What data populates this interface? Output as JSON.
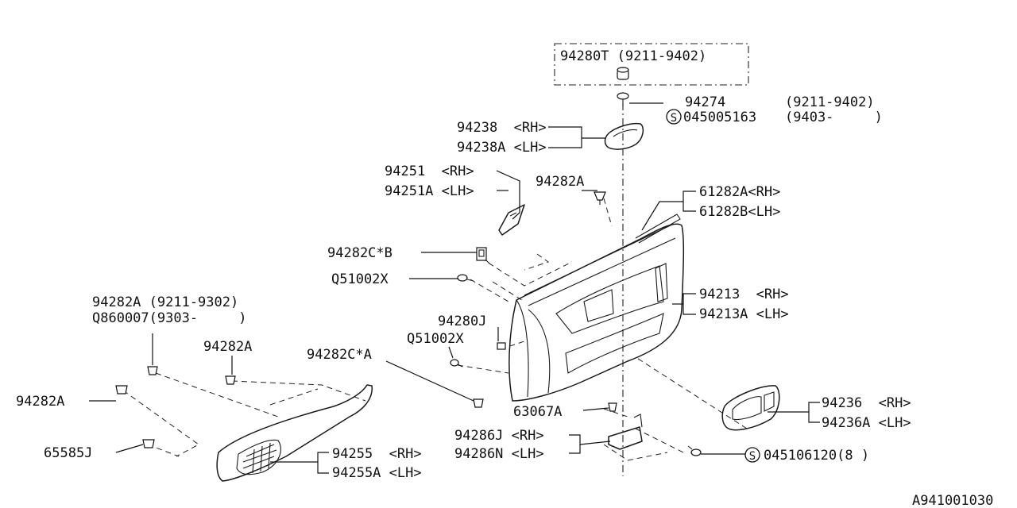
{
  "labels": {
    "l01": "94280T (9211-9402)",
    "l02": "94274",
    "l03": "(9211-9402)",
    "l04": "045005163",
    "l05": "(9403-     )",
    "l06": "94238  <RH>",
    "l07": "94238A <LH>",
    "l08": "94251  <RH>",
    "l09": "94251A <LH>",
    "l10": "94282A",
    "l11": "61282A<RH>",
    "l12": "61282B<LH>",
    "l13": "94282C*B",
    "l14": "Q51002X",
    "l15": "94213  <RH>",
    "l16": "94213A <LH>",
    "l17": "94282A (9211-9302)",
    "l18": "Q860007(9303-     )",
    "l19": "94282A",
    "l20": "94282C*A",
    "l21": "94280J",
    "l22": "Q51002X",
    "l23": "94282A",
    "l24": "94236  <RH>",
    "l25": "94236A <LH>",
    "l26": "63067A",
    "l27": "65585J",
    "l28": "94255  <RH>",
    "l29": "94255A <LH>",
    "l30": "94286J <RH>",
    "l31": "94286N <LH>",
    "l32": "045106120(8 )",
    "l33": "A941001030"
  },
  "symbols": {
    "screw_mark": "S"
  }
}
